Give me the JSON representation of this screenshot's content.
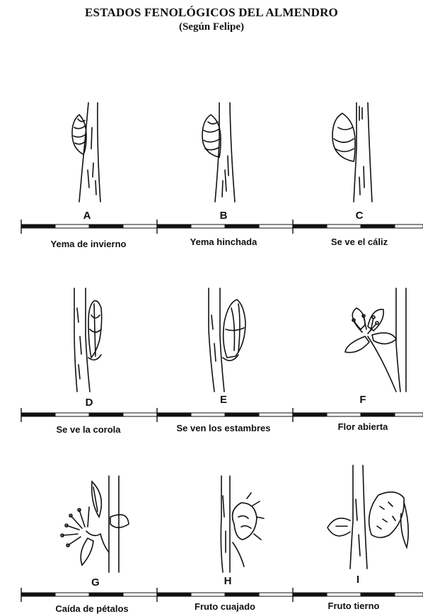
{
  "title": "ESTADOS FENOLÓGICOS DEL ALMENDRO",
  "subtitle": "(Según Felipe)",
  "stages": [
    {
      "letter": "A",
      "name": "Yema de invierno",
      "icon": "dormant-bud"
    },
    {
      "letter": "B",
      "name": "Yema hinchada",
      "icon": "swollen-bud"
    },
    {
      "letter": "C",
      "name": "Se ve el cáliz",
      "icon": "calyx-visible"
    },
    {
      "letter": "D",
      "name": "Se ve la corola",
      "icon": "corolla-visible"
    },
    {
      "letter": "E",
      "name": "Se ven los estambres",
      "icon": "stamens-visible"
    },
    {
      "letter": "F",
      "name": "Flor abierta",
      "icon": "open-flower"
    },
    {
      "letter": "G",
      "name": "Caída de pétalos",
      "icon": "petal-fall"
    },
    {
      "letter": "H",
      "name": "Fruto cuajado",
      "icon": "fruit-set"
    },
    {
      "letter": "I",
      "name": "Fruto tierno",
      "icon": "young-fruit"
    }
  ]
}
